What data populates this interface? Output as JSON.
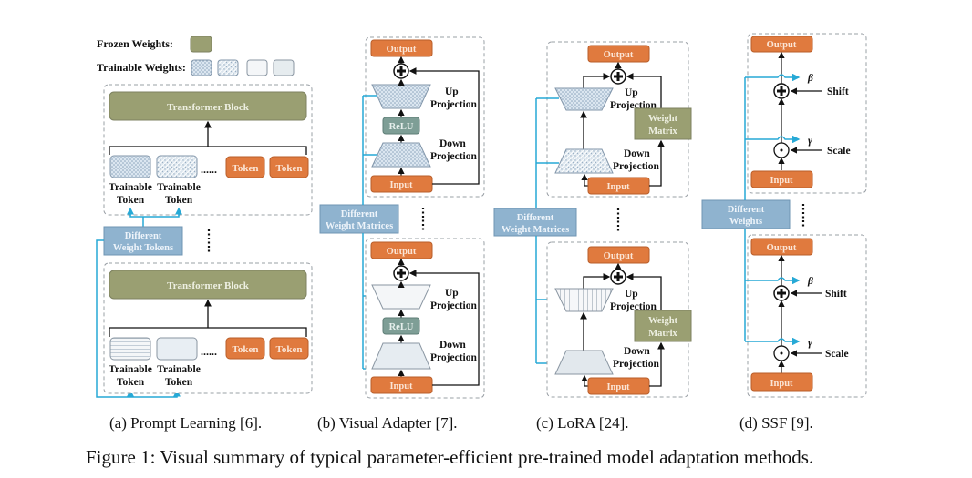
{
  "legend": {
    "frozen_label": "Frozen Weights:",
    "trainable_label": "Trainable Weights:"
  },
  "colors": {
    "frozen": "#9a9f72",
    "token_orange": "#e07a3e",
    "blue_box": "#8fb3cf",
    "relu": "#7e9e96",
    "cyan_line": "#26a9d6",
    "trainable_fill": "#d6e3ee"
  },
  "panel_a": {
    "transformer_label": "Transformer Block",
    "trainable_token_line1": "Trainable",
    "trainable_token_line2": "Token",
    "token_label": "Token",
    "dots": "......",
    "weights_box_line1": "Different",
    "weights_box_line2": "Weight Tokens",
    "caption": "(a) Prompt Learning [6]."
  },
  "panel_b": {
    "output_label": "Output",
    "input_label": "Input",
    "relu_label": "ReLU",
    "up_line1": "Up",
    "up_line2": "Projection",
    "down_line1": "Down",
    "down_line2": "Projection",
    "weights_box_line1": "Different",
    "weights_box_line2": "Weight Matrices",
    "caption": "(b) Visual Adapter [7]."
  },
  "panel_c": {
    "output_label": "Output",
    "input_label": "Input",
    "weight_matrix_line1": "Weight",
    "weight_matrix_line2": "Matrix",
    "up_line1": "Up",
    "up_line2": "Projection",
    "down_line1": "Down",
    "down_line2": "Projection",
    "weights_box_line1": "Different",
    "weights_box_line2": "Weight Matrices",
    "caption": "(c) LoRA [24]."
  },
  "panel_d": {
    "output_label": "Output",
    "input_label": "Input",
    "beta": "β",
    "gamma": "γ",
    "shift_label": "Shift",
    "scale_label": "Scale",
    "weights_box_line1": "Different",
    "weights_box_line2": "Weights",
    "caption": "(d) SSF [9]."
  },
  "figure_caption": "Figure 1: Visual summary of typical parameter-efficient pre-trained model adaptation methods."
}
